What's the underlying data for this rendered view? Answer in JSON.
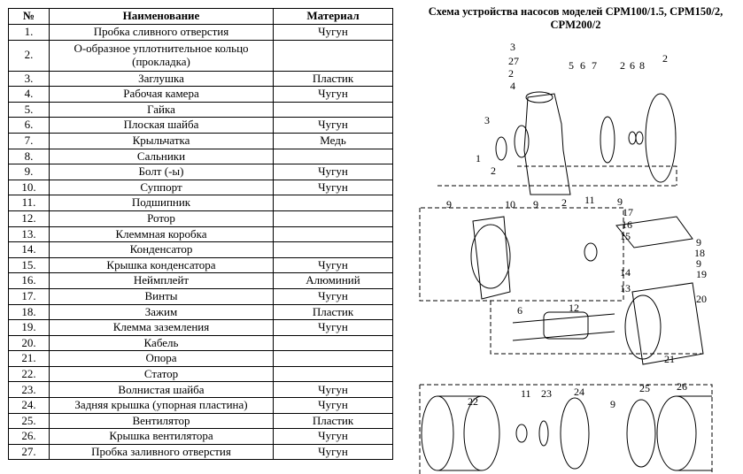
{
  "table": {
    "headers": {
      "num": "№",
      "name": "Наименование",
      "material": "Материал"
    },
    "rows": [
      {
        "num": "1.",
        "name": "Пробка сливного отверстия",
        "material": "Чугун"
      },
      {
        "num": "2.",
        "name": "О-образное уплотнительное кольцо (прокладка)",
        "material": ""
      },
      {
        "num": "3.",
        "name": "Заглушка",
        "material": "Пластик"
      },
      {
        "num": "4.",
        "name": "Рабочая камера",
        "material": "Чугун"
      },
      {
        "num": "5.",
        "name": "Гайка",
        "material": ""
      },
      {
        "num": "6.",
        "name": "Плоская шайба",
        "material": "Чугун"
      },
      {
        "num": "7.",
        "name": "Крыльчатка",
        "material": "Медь"
      },
      {
        "num": "8.",
        "name": "Сальники",
        "material": ""
      },
      {
        "num": "9.",
        "name": "Болт (-ы)",
        "material": "Чугун"
      },
      {
        "num": "10.",
        "name": "Суппорт",
        "material": "Чугун"
      },
      {
        "num": "11.",
        "name": "Подшипник",
        "material": ""
      },
      {
        "num": "12.",
        "name": "Ротор",
        "material": ""
      },
      {
        "num": "13.",
        "name": "Клеммная коробка",
        "material": ""
      },
      {
        "num": "14.",
        "name": "Конденсатор",
        "material": ""
      },
      {
        "num": "15.",
        "name": "Крышка конденсатора",
        "material": "Чугун"
      },
      {
        "num": "16.",
        "name": "Неймплейт",
        "material": "Алюминий"
      },
      {
        "num": "17.",
        "name": "Винты",
        "material": "Чугун"
      },
      {
        "num": "18.",
        "name": "Зажим",
        "material": "Пластик"
      },
      {
        "num": "19.",
        "name": "Клемма заземления",
        "material": "Чугун"
      },
      {
        "num": "20.",
        "name": "Кабель",
        "material": ""
      },
      {
        "num": "21.",
        "name": "Опора",
        "material": ""
      },
      {
        "num": "22.",
        "name": "Статор",
        "material": ""
      },
      {
        "num": "23.",
        "name": "Волнистая шайба",
        "material": "Чугун"
      },
      {
        "num": "24.",
        "name": "Задняя крышка (упорная пластина)",
        "material": "Чугун"
      },
      {
        "num": "25.",
        "name": "Вентилятор",
        "material": "Пластик"
      },
      {
        "num": "26.",
        "name": "Крышка вентилятора",
        "material": "Чугун"
      },
      {
        "num": "27.",
        "name": "Пробка заливного отверстия",
        "material": "Чугун"
      }
    ]
  },
  "scheme": {
    "title": "Схема устройства насосов моделей CPM100/1.5, CPM150/2, CPM200/2",
    "callouts": [
      "3",
      "27",
      "2",
      "4",
      "5",
      "6",
      "7",
      "2",
      "6",
      "8",
      "2",
      "3",
      "1",
      "2",
      "9",
      "10",
      "9",
      "2",
      "11",
      "9",
      "17",
      "16",
      "15",
      "9",
      "18",
      "9",
      "19",
      "14",
      "13",
      "20",
      "6",
      "12",
      "21",
      "22",
      "11",
      "23",
      "24",
      "9",
      "25",
      "26"
    ]
  }
}
